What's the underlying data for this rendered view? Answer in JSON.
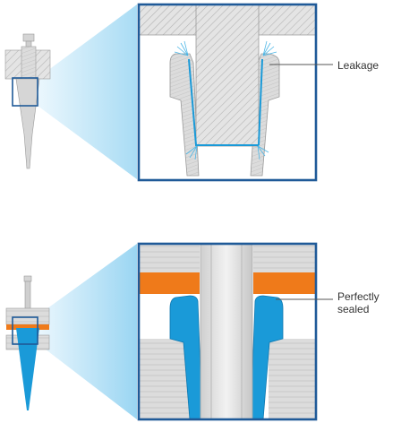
{
  "callouts": {
    "leakage": "Leakage",
    "sealed_line1": "Perfectly",
    "sealed_line2": "sealed"
  },
  "colors": {
    "frame": "#1f5a98",
    "seal_blue": "#1a9ad8",
    "oring_orange": "#ef7a1a",
    "metal_grey": "#d9d9d9",
    "hatch": "#b4b4b4",
    "cone_light": "#d0ecfa"
  },
  "panels": [
    {
      "name": "leakage-detail",
      "depicts": "conventional fitting with leakage path"
    },
    {
      "name": "sealed-detail",
      "depicts": "fitting with orange seal ring, perfectly sealed"
    }
  ]
}
